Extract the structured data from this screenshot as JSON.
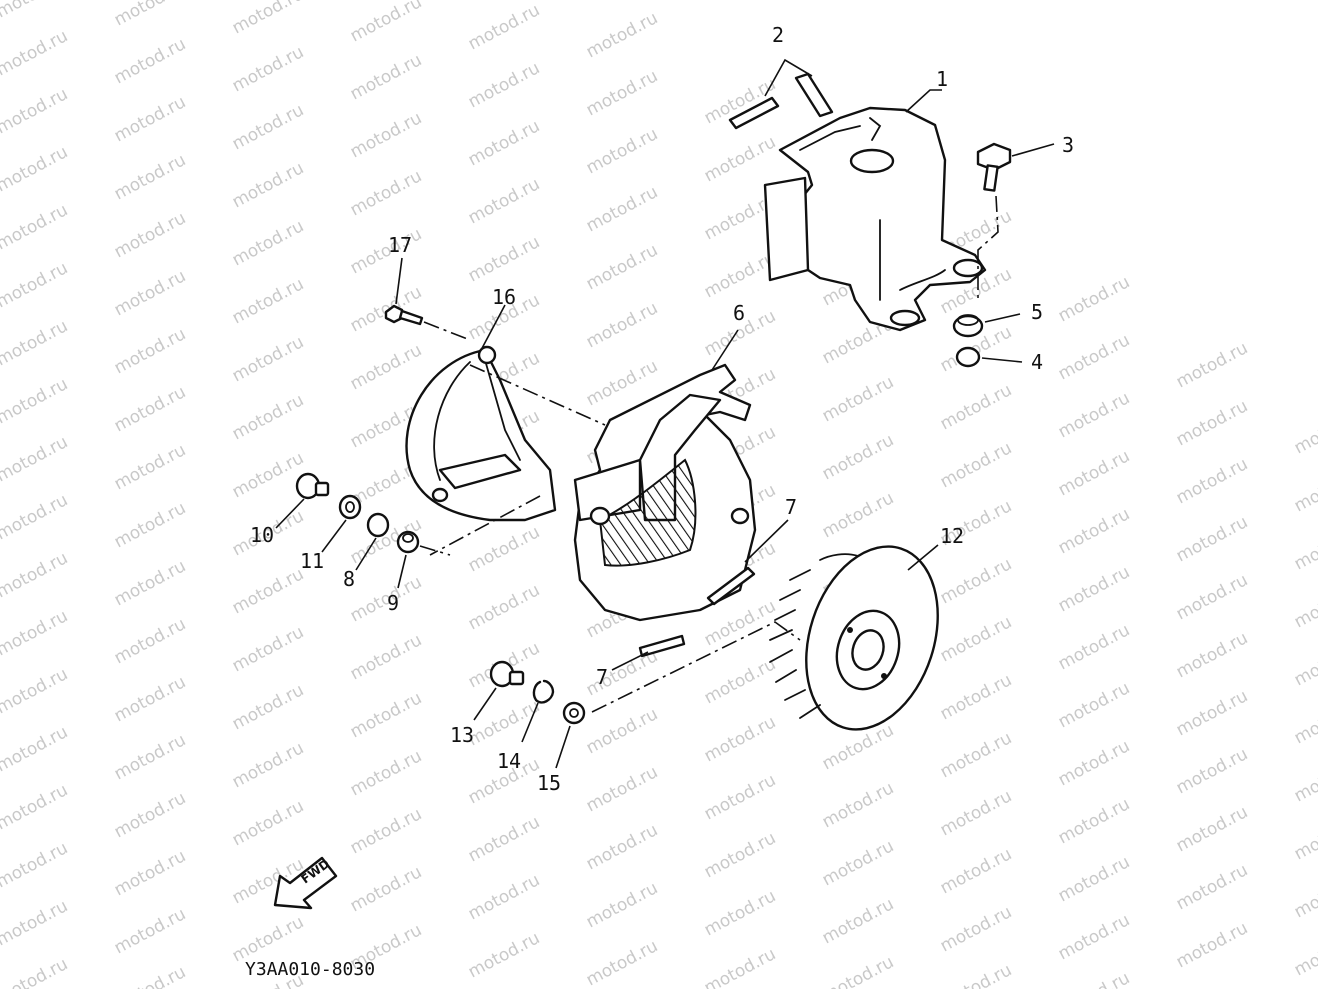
{
  "watermark": "motod.ru",
  "diagram_code": "Y3AA010-8030",
  "fwd_label": "FWD",
  "callouts": {
    "p1": "1",
    "p2": "2",
    "p3": "3",
    "p4": "4",
    "p5": "5",
    "p6": "6",
    "p7a": "7",
    "p7b": "7",
    "p8": "8",
    "p9": "9",
    "p10": "10",
    "p11": "11",
    "p12": "12",
    "p13": "13",
    "p14": "14",
    "p15": "15",
    "p16": "16",
    "p17": "17"
  }
}
